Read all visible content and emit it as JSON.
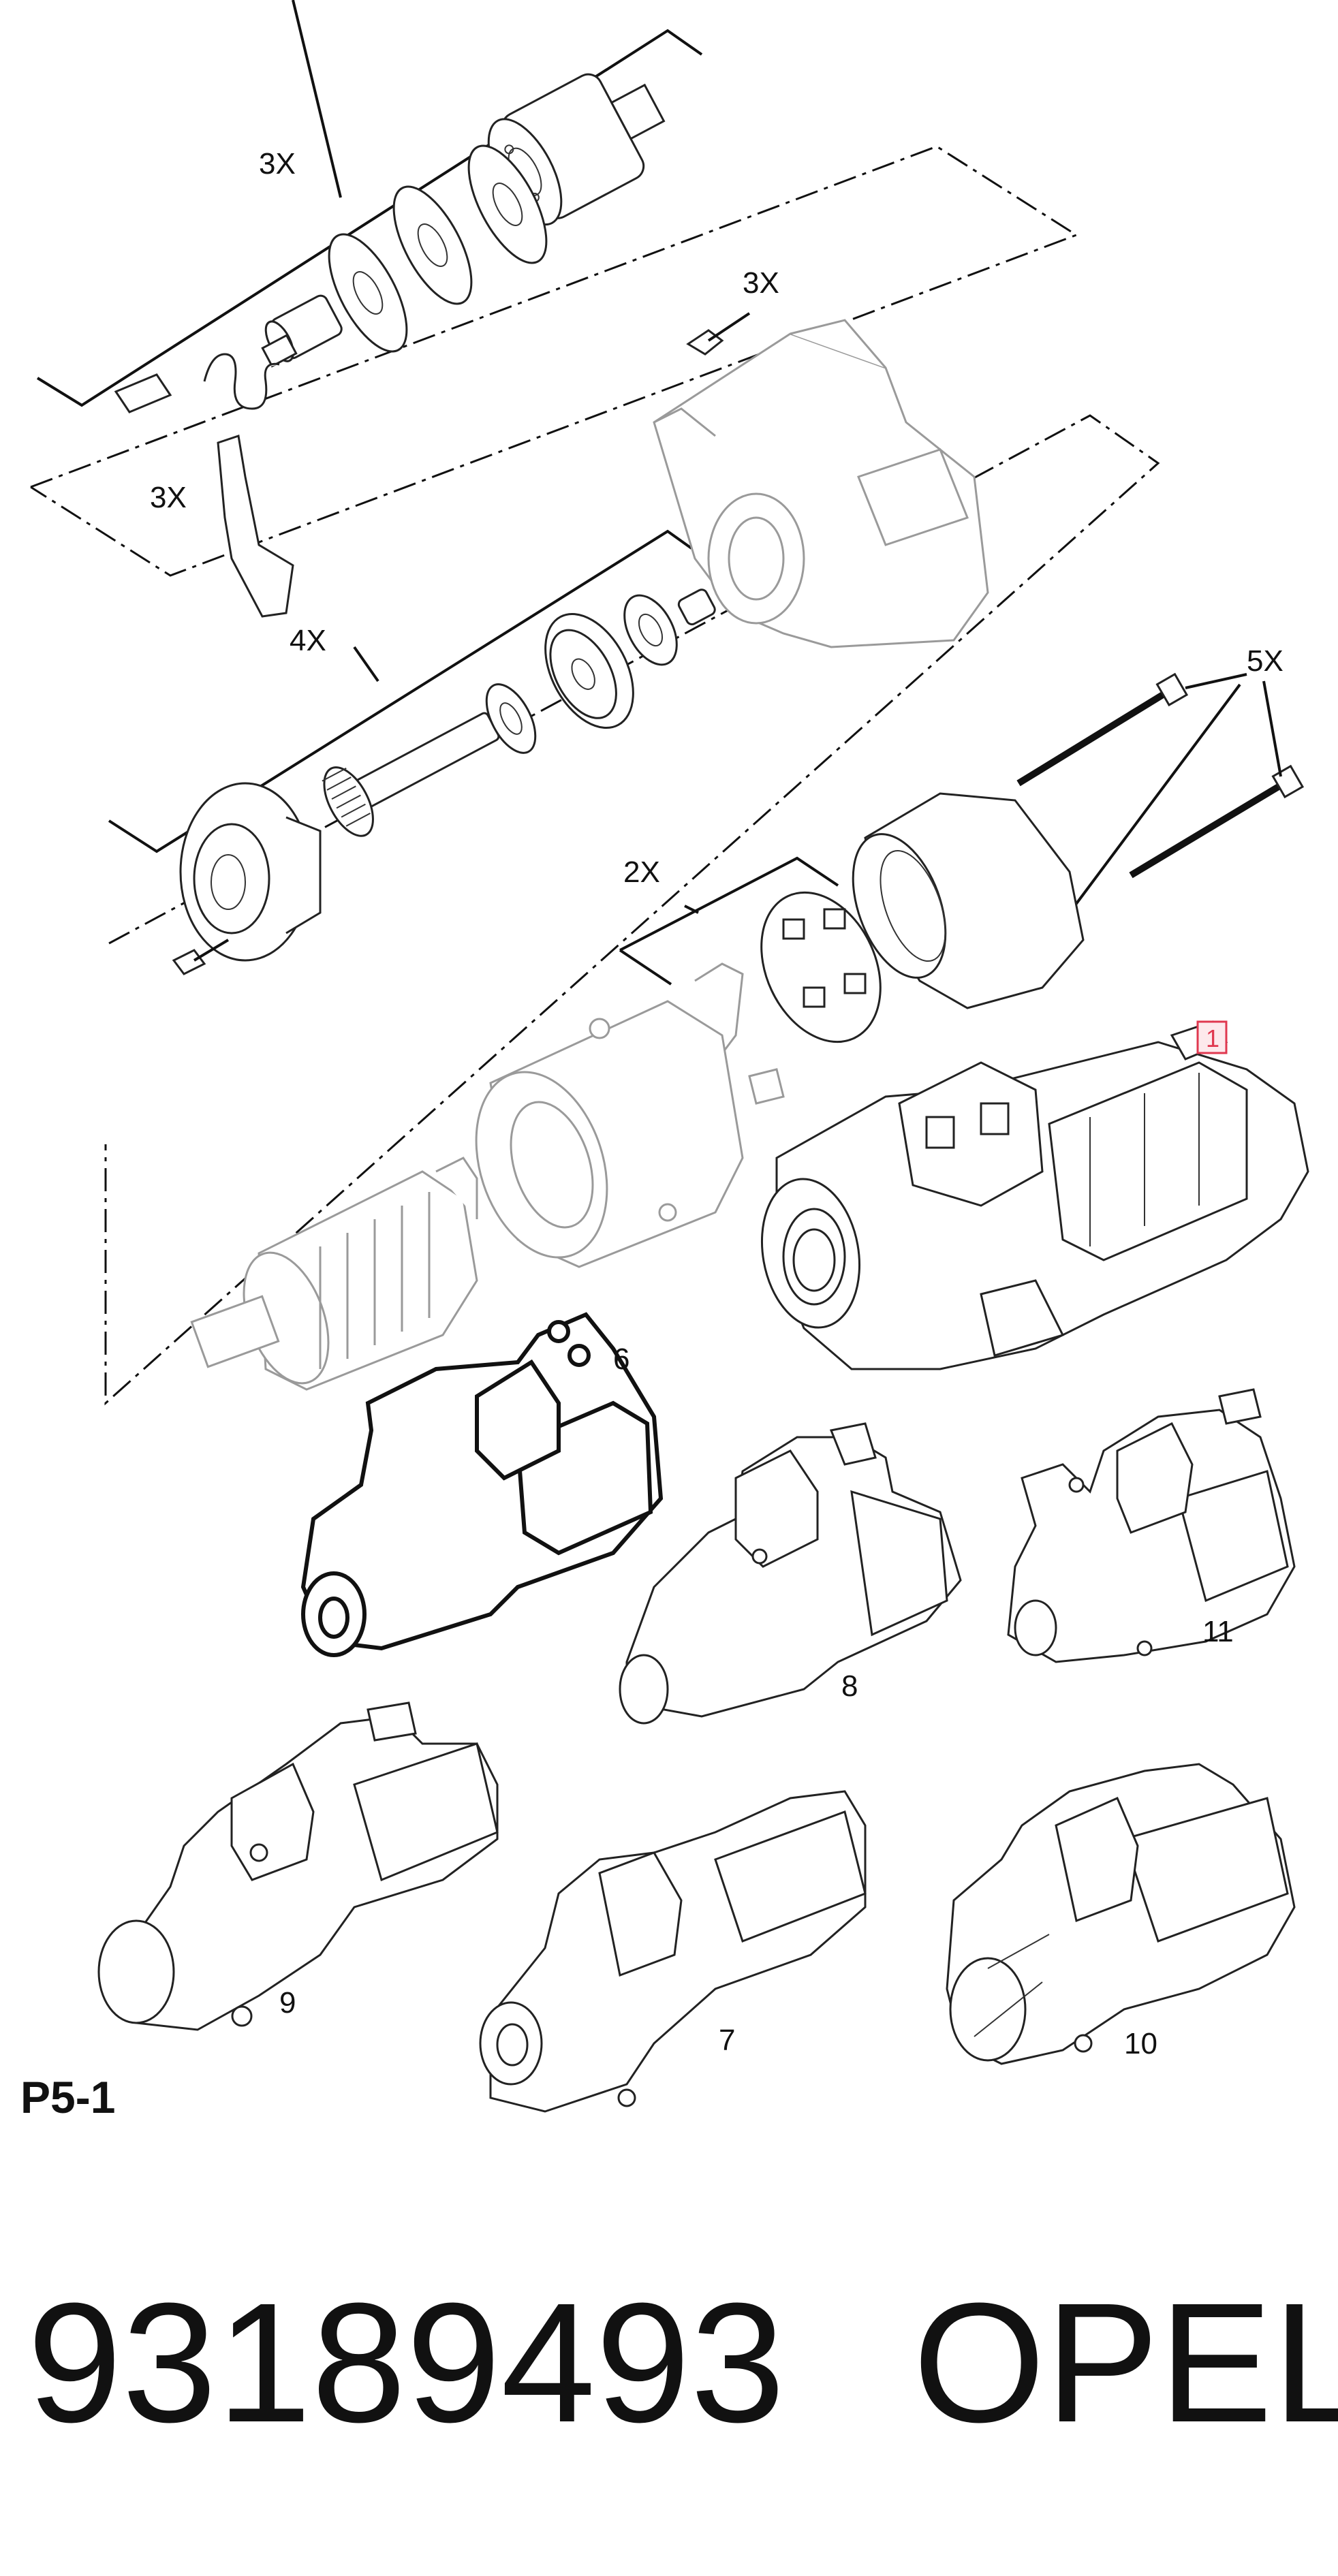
{
  "callouts": {
    "group_solenoid": "3X",
    "group_bolts_top": "3X",
    "group_fork": "3X",
    "group_drive": "4X",
    "group_through_bolts": "5X",
    "group_brushes": "2X"
  },
  "highlight_ref": "1",
  "variants": {
    "v6": "6",
    "v8": "8",
    "v11": "11",
    "v9": "9",
    "v7": "7",
    "v10": "10"
  },
  "page_ref": "P5-1",
  "part_number": "93189493",
  "brand": "OPEL"
}
